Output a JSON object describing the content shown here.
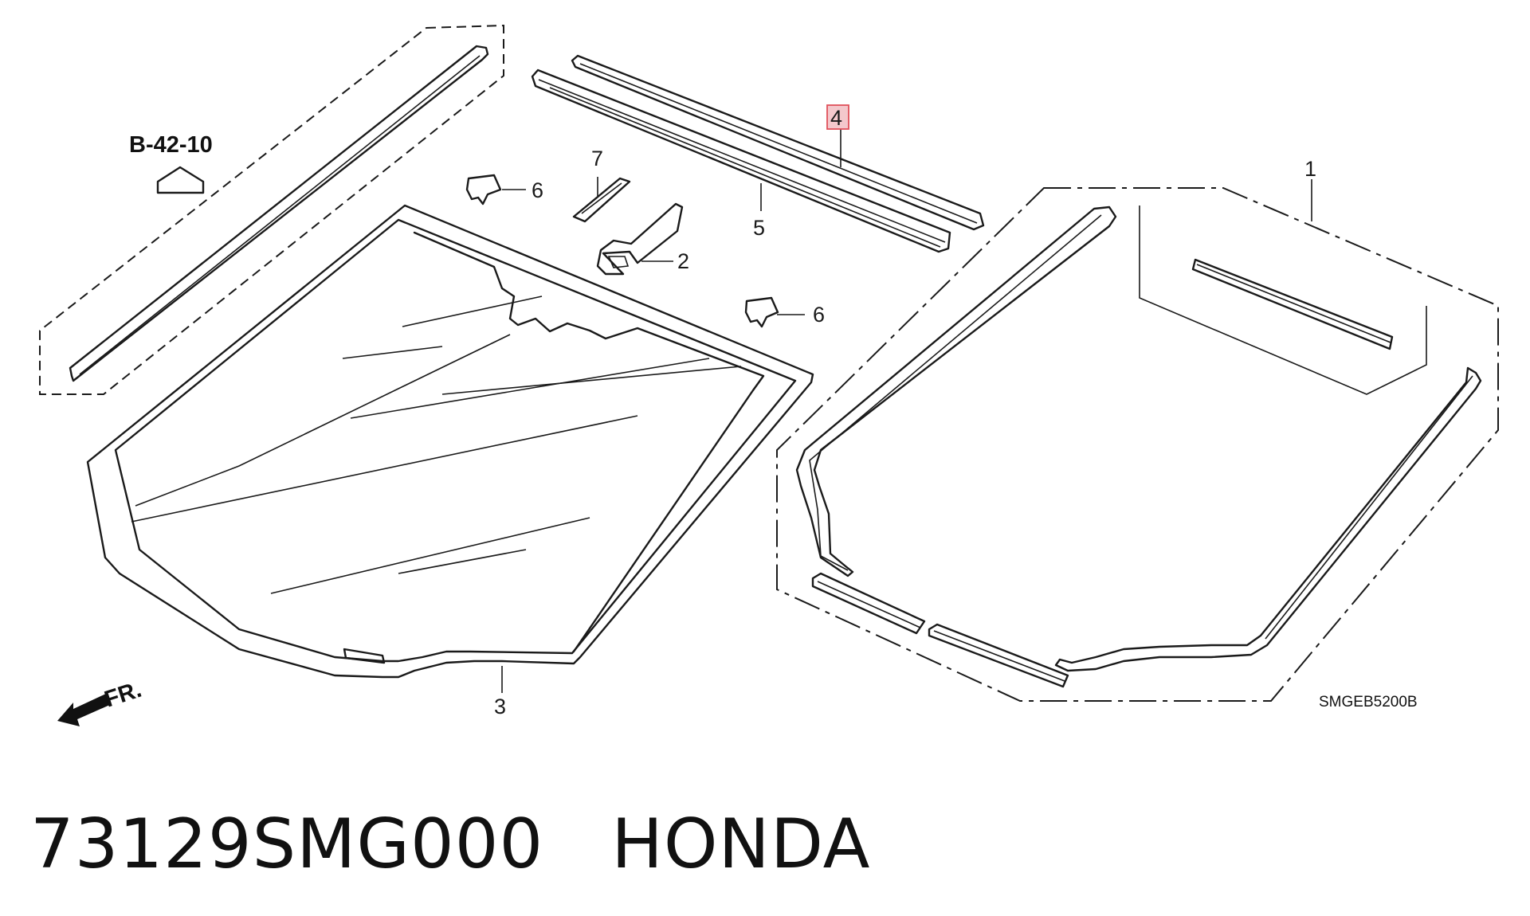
{
  "diagram": {
    "reference_label": "B-42-10",
    "direction_label": "FR.",
    "diagram_code": "SMGEB5200B",
    "callouts": [
      "1",
      "2",
      "3",
      "4",
      "5",
      "6",
      "6",
      "7"
    ],
    "highlighted_callout": "4"
  },
  "caption": {
    "part_number": "73129SMG000",
    "brand": "HONDA"
  },
  "colors": {
    "line": "#1a1a1a",
    "highlight_border": "#e0505a",
    "highlight_fill": "#f4c8cc"
  }
}
